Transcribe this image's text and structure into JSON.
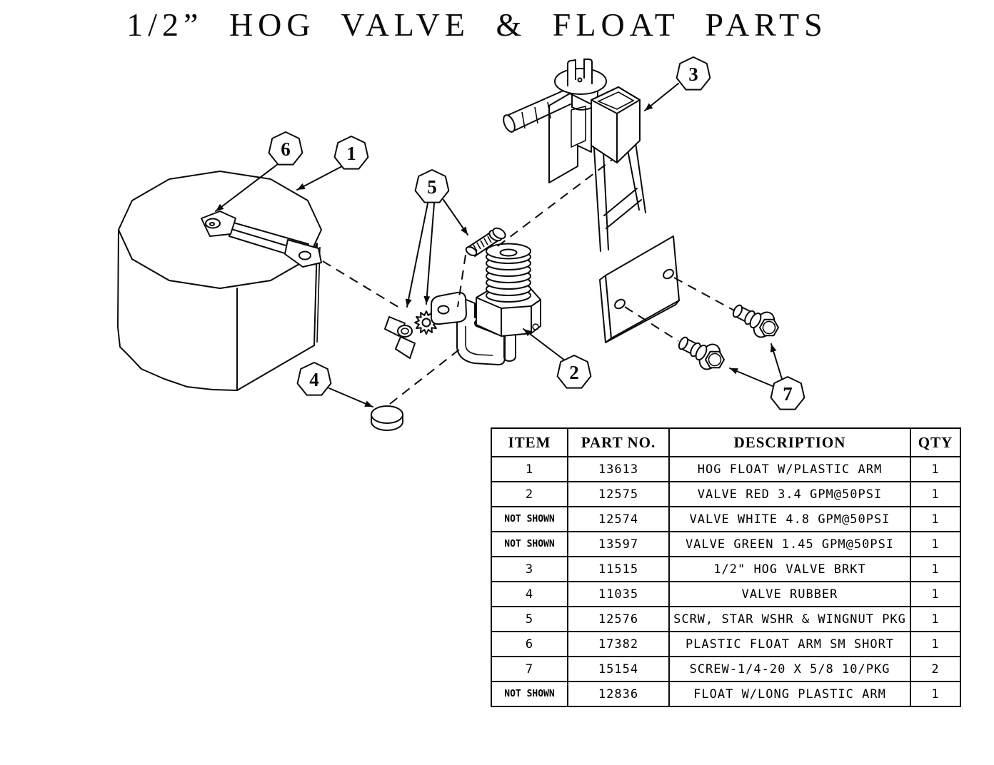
{
  "title": "1/2”  HOG  VALVE  &  FLOAT  PARTS",
  "diagram": {
    "background": "#ffffff",
    "line_color": "#0a0a0a",
    "balloons": [
      "1",
      "2",
      "3",
      "4",
      "5",
      "6",
      "7"
    ]
  },
  "table": {
    "headers": [
      "ITEM",
      "PART NO.",
      "DESCRIPTION",
      "QTY"
    ],
    "rows": [
      {
        "item": "1",
        "part_no": "13613",
        "description": "HOG FLOAT W/PLASTIC ARM",
        "qty": "1"
      },
      {
        "item": "2",
        "part_no": "12575",
        "description": "VALVE RED 3.4 GPM@50PSI",
        "qty": "1"
      },
      {
        "item": "NOT SHOWN",
        "part_no": "12574",
        "description": "VALVE WHITE 4.8 GPM@50PSI",
        "qty": "1"
      },
      {
        "item": "NOT SHOWN",
        "part_no": "13597",
        "description": "VALVE GREEN 1.45 GPM@50PSI",
        "qty": "1"
      },
      {
        "item": "3",
        "part_no": "11515",
        "description": "1/2\" HOG VALVE BRKT",
        "qty": "1"
      },
      {
        "item": "4",
        "part_no": "11035",
        "description": "VALVE RUBBER",
        "qty": "1"
      },
      {
        "item": "5",
        "part_no": "12576",
        "description": "SCRW, STAR WSHR & WINGNUT PKG",
        "qty": "1"
      },
      {
        "item": "6",
        "part_no": "17382",
        "description": "PLASTIC FLOAT ARM SM SHORT",
        "qty": "1"
      },
      {
        "item": "7",
        "part_no": "15154",
        "description": "SCREW-1/4-20 X 5/8 10/PKG",
        "qty": "2"
      },
      {
        "item": "NOT SHOWN",
        "part_no": "12836",
        "description": "FLOAT W/LONG PLASTIC ARM",
        "qty": "1"
      }
    ]
  }
}
